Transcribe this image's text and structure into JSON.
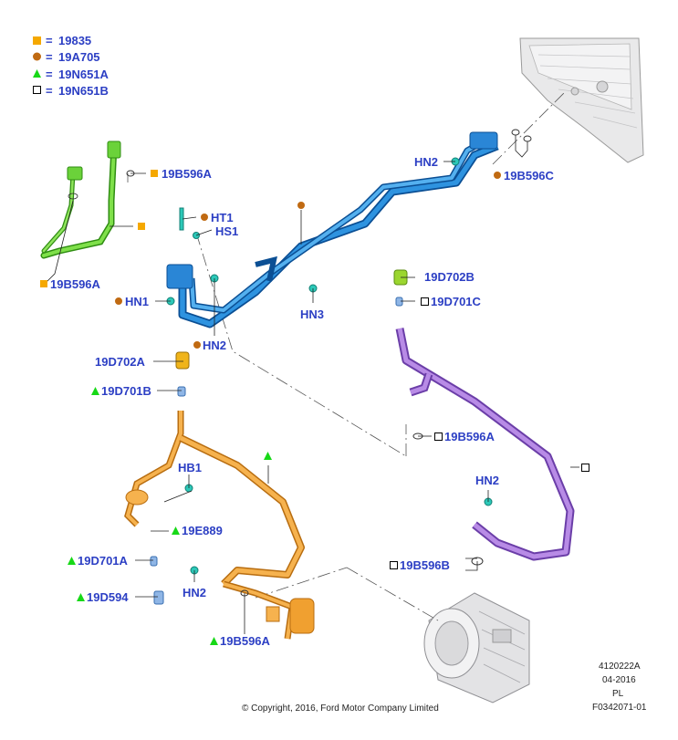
{
  "legend": [
    {
      "symbol": "square-filled",
      "color": "#f5a800",
      "label": "19835"
    },
    {
      "symbol": "circle-filled",
      "color": "#c06a12",
      "label": "19A705"
    },
    {
      "symbol": "triangle-filled",
      "color": "#17d817",
      "label": "19N651A"
    },
    {
      "symbol": "square-outline",
      "color": "#000000",
      "label": "19N651B"
    }
  ],
  "legend_equals": "=",
  "parts": {
    "p_19b596a_top": "19B596A",
    "p_ht1": "HT1",
    "p_hs1": "HS1",
    "p_19b596a_left": "19B596A",
    "p_hn1": "HN1",
    "p_hn2_mid": "HN2",
    "p_hn3": "HN3",
    "p_hn2_top": "HN2",
    "p_19b596c": "19B596C",
    "p_19d702b": "19D702B",
    "p_19d701c": "19D701C",
    "p_19d702a": "19D702A",
    "p_19d701b": "19D701B",
    "p_19b596a_mid": "19B596A",
    "p_hb1": "HB1",
    "p_19e889": "19E889",
    "p_19d701a": "19D701A",
    "p_19d594": "19D594",
    "p_hn2_low": "HN2",
    "p_19b596a_bot": "19B596A",
    "p_hn2_right": "HN2",
    "p_19b596b": "19B596B"
  },
  "footer": {
    "code1": "4120222A",
    "code2": "04-2016",
    "code3": "PL",
    "code4": "F0342071-01",
    "copyright": "© Copyright, 2016, Ford Motor Company Limited"
  },
  "colors": {
    "blue_line": "#1a78c8",
    "green_line": "#5fce2c",
    "orange_line": "#f0a030",
    "purple_line": "#a56ed6",
    "label_blue": "#2c3fc4"
  }
}
